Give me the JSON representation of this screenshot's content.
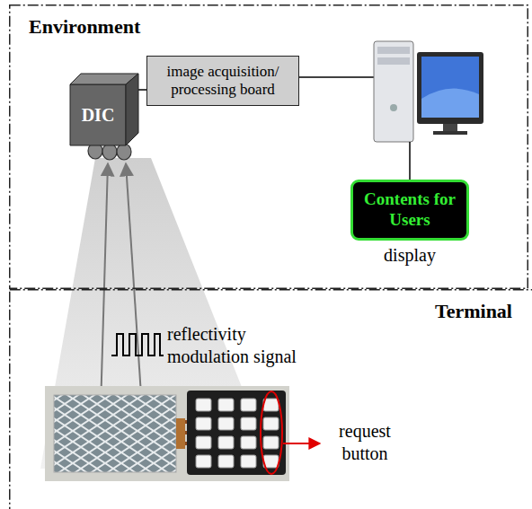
{
  "diagram": {
    "nodes": [
      {
        "text": [
          "Environment"
        ]
      },
      {
        "text": [
          "DIC"
        ],
        "in": 0
      },
      {
        "text": [
          "image acquisition/ processing board"
        ],
        "in": 0
      },
      {
        "text": [
          "Contents for Users",
          "display"
        ],
        "in": 0
      },
      {
        "text": [
          "Terminal"
        ]
      }
    ],
    "edges": [
      {
        "from": 1,
        "to": 2,
        "arrow": "none"
      }
    ],
    "labels": [
      "reflectivity modulation signal",
      "request button"
    ]
  }
}
